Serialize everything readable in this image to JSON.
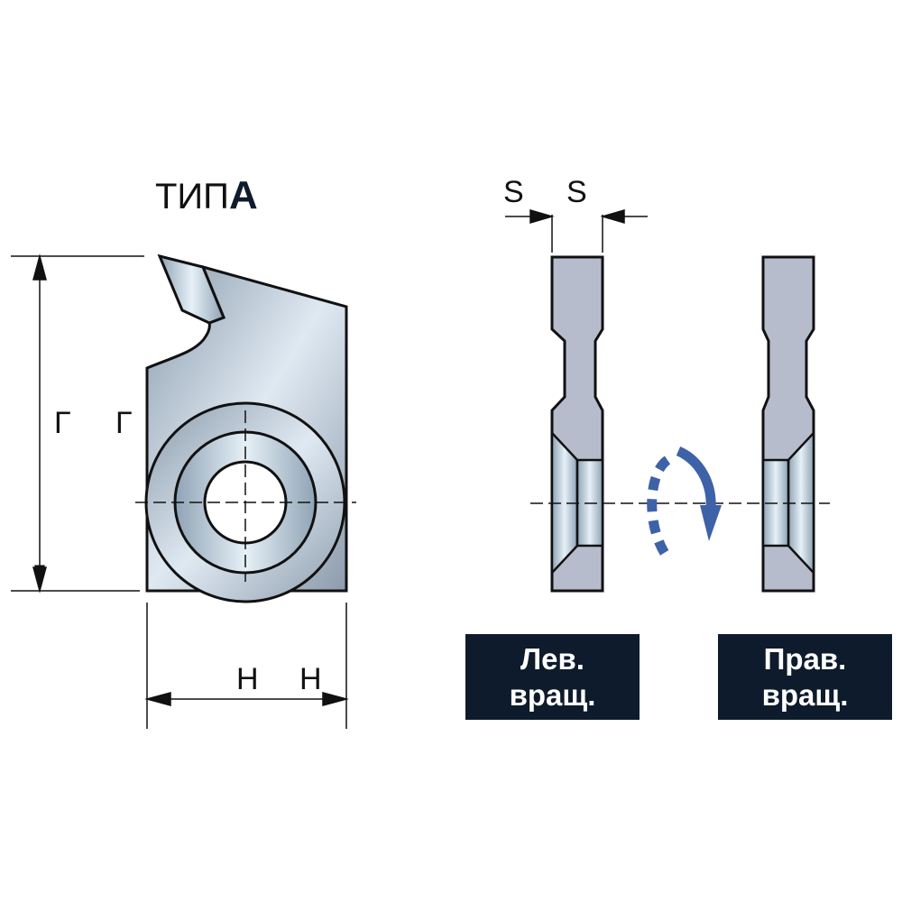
{
  "title": {
    "prefix": "ТИП",
    "type_letter": "A"
  },
  "dimensions": {
    "length_labels": [
      "Г",
      "Г"
    ],
    "height_labels": [
      "H",
      "H"
    ],
    "width_labels": [
      "S",
      "S"
    ]
  },
  "captions": {
    "left": {
      "line1": "Лев.",
      "line2": "вращ."
    },
    "right": {
      "line1": "Прав.",
      "line2": "вращ."
    }
  },
  "colors": {
    "body": "#b9bfce",
    "steel": "#a7b9c9",
    "arrow": "#3d62a8",
    "caption_bg": "#0e1b2c"
  }
}
